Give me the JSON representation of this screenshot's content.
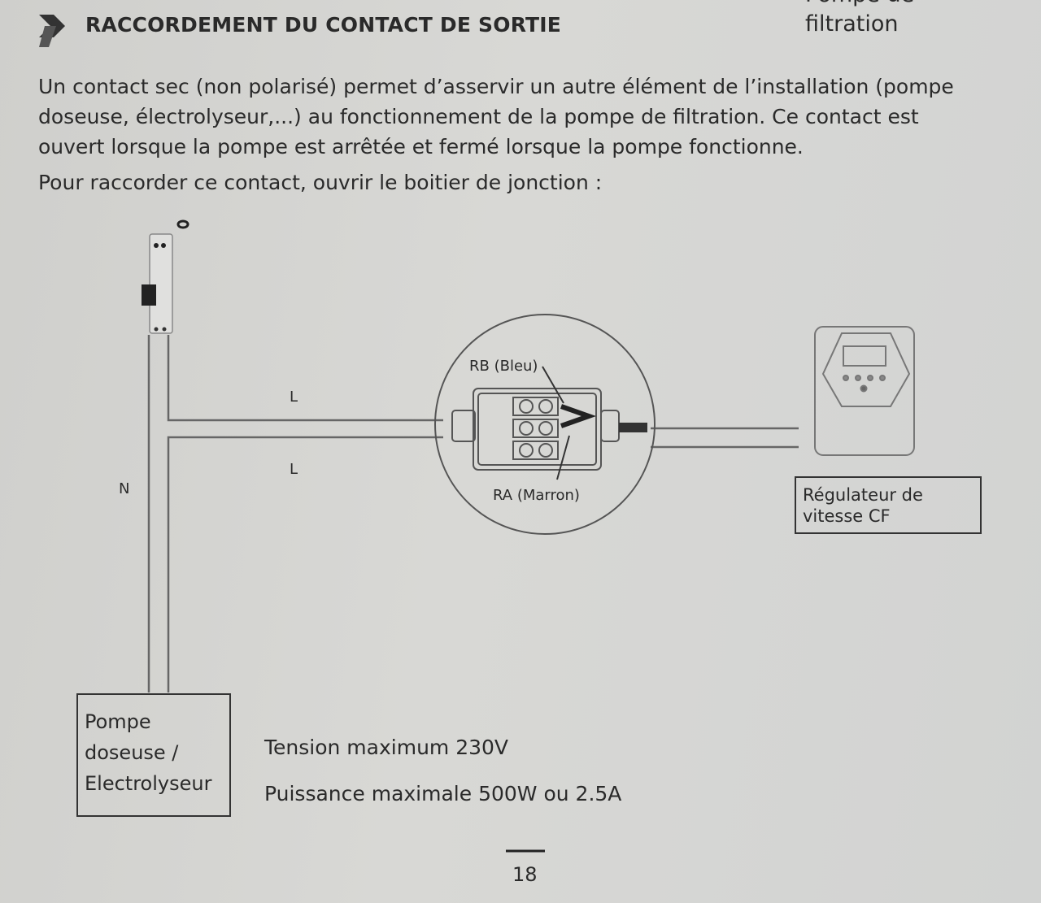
{
  "header": {
    "title": "RACCORDEMENT DU CONTACT DE SORTIE",
    "side_top": "Pompe de",
    "side_bottom": "filtration"
  },
  "body": {
    "paragraph_lines": [
      "Un contact sec (non polarisé) permet d’asservir un autre élément de l’installation (pompe",
      "doseuse, électrolyseur,...) au fonctionnement de la pompe de filtration. Ce contact est",
      "ouvert lorsque la pompe est arrêtée et fermé lorsque la pompe fonctionne."
    ],
    "instruction": "Pour raccorder ce contact, ouvrir le boitier de jonction :"
  },
  "diagram": {
    "wire_L_upper": "L",
    "wire_L_lower": "L",
    "wire_N": "N",
    "rb_label": "RB (Bleu)",
    "ra_label": "RA (Marron)",
    "regulator_lines": [
      "Régulateur de",
      "vitesse CF"
    ],
    "pump_lines": [
      "Pompe",
      "doseuse /",
      "Electrolyseur"
    ]
  },
  "specs": {
    "voltage": "Tension maximum 230V",
    "power": "Puissance maximale 500W ou 2.5A"
  },
  "footer": {
    "page_number": "18"
  }
}
